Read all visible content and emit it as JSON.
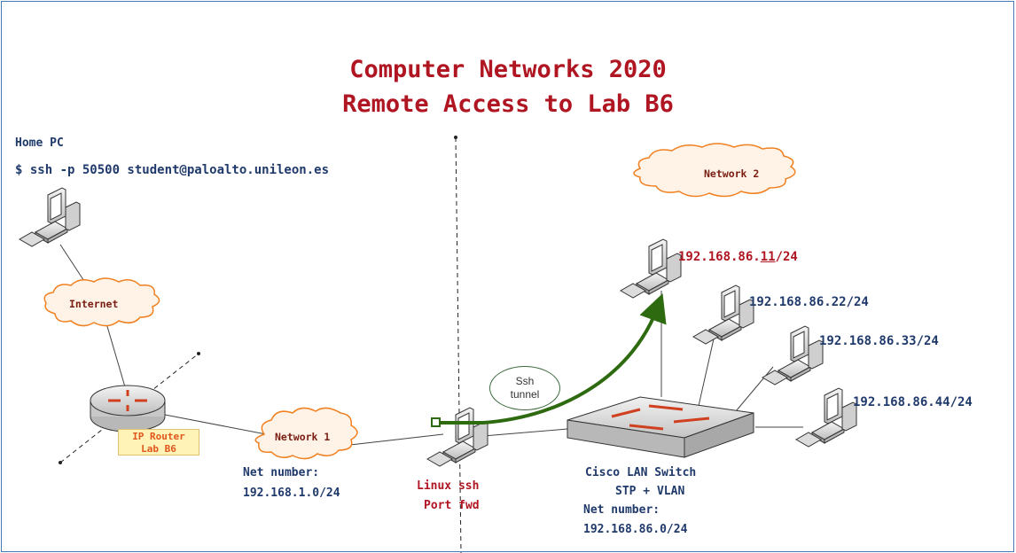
{
  "title": {
    "line1": "Computer Networks 2020",
    "line2": "Remote Access to Lab B6"
  },
  "home": {
    "label": "Home PC",
    "command": "$ ssh -p 50500 student@paloalto.unileon.es"
  },
  "clouds": {
    "internet": "Internet",
    "network1": "Network 1",
    "network2": "Network 2"
  },
  "router": {
    "line1": "IP Router",
    "line2": "Lab B6"
  },
  "network1": {
    "net_label": "Net number:",
    "net_value": "192.168.1.0/24"
  },
  "linux": {
    "line1": "Linux ssh",
    "line2": "Port fwd"
  },
  "tunnel": {
    "line1": "Ssh",
    "line2": "tunnel"
  },
  "switch": {
    "line1": "Cisco LAN Switch",
    "line2": "STP + VLAN",
    "net_label": "Net number:",
    "net_value": "192.168.86.0/24"
  },
  "hosts": {
    "h11_prefix": "192.168.86.",
    "h11_host": "11",
    "h11_suffix": "/24",
    "h22": "192.168.86.22/24",
    "h33": "192.168.86.33/24",
    "h44": "192.168.86.44/24"
  },
  "colors": {
    "title": "#b01522",
    "label_blue": "#1f3a6b",
    "cloud_fill": "#fff2e6",
    "cloud_stroke": "#f08020",
    "tunnel_arrow": "#2e6b10",
    "frame": "#4a78b5"
  }
}
